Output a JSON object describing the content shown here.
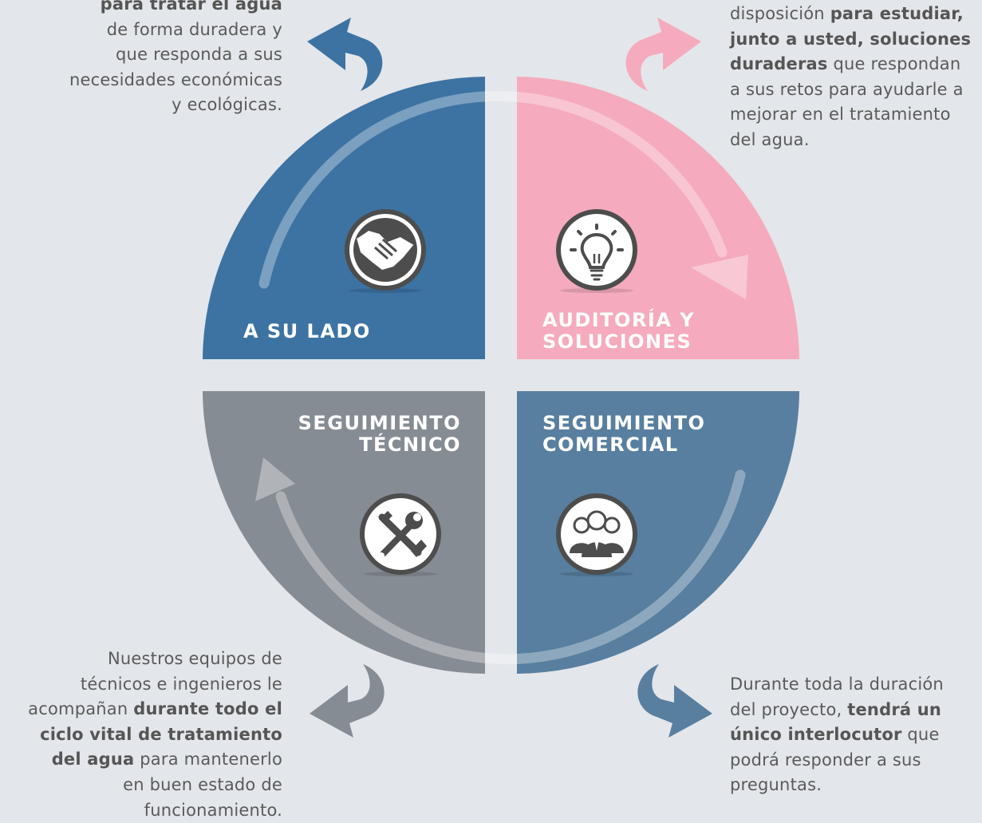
{
  "quadrants": {
    "top_left": {
      "label_lines": [
        "A SU LADO"
      ],
      "color": "#3d73a2",
      "icon": "handshake-icon"
    },
    "top_right": {
      "label_lines": [
        "AUDITORÍA Y",
        "SOLUCIONES"
      ],
      "color": "#f5abbd",
      "icon": "lightbulb-icon"
    },
    "bottom_left": {
      "label_lines": [
        "SEGUIMIENTO",
        "TÉCNICO"
      ],
      "color": "#868c94",
      "icon": "tools-icon"
    },
    "bottom_right": {
      "label_lines": [
        "SEGUIMIENTO",
        "COMERCIAL"
      ],
      "color": "#587f9f",
      "icon": "team-icon"
    }
  },
  "descriptions": {
    "top_left": [
      [
        {
          "t": "para tratar el agua",
          "b": true
        }
      ],
      [
        {
          "t": "de forma duradera y"
        }
      ],
      [
        {
          "t": "que responda a sus"
        }
      ],
      [
        {
          "t": "necesidades económicas"
        }
      ],
      [
        {
          "t": "y ecológicas."
        }
      ]
    ],
    "top_right": [
      [
        {
          "t": "disposición "
        },
        {
          "t": "para estudiar,",
          "b": true
        }
      ],
      [
        {
          "t": "junto a usted, soluciones",
          "b": true
        }
      ],
      [
        {
          "t": "duraderas",
          "b": true
        },
        {
          "t": " que respondan"
        }
      ],
      [
        {
          "t": "a sus retos para ayudarle a"
        }
      ],
      [
        {
          "t": "mejorar en el tratamiento"
        }
      ],
      [
        {
          "t": "del agua."
        }
      ]
    ],
    "bottom_left": [
      [
        {
          "t": "Nuestros equipos de"
        }
      ],
      [
        {
          "t": "técnicos e ingenieros le"
        }
      ],
      [
        {
          "t": "acompañan "
        },
        {
          "t": "durante todo el",
          "b": true
        }
      ],
      [
        {
          "t": "ciclo vital de tratamiento",
          "b": true
        }
      ],
      [
        {
          "t": "del agua",
          "b": true
        },
        {
          "t": " para mantenerlo"
        }
      ],
      [
        {
          "t": "en buen estado de"
        }
      ],
      [
        {
          "t": "funcionamiento."
        }
      ]
    ],
    "bottom_right": [
      [
        {
          "t": "Durante toda la duración"
        }
      ],
      [
        {
          "t": "del proyecto, "
        },
        {
          "t": "tendrá un",
          "b": true
        }
      ],
      [
        {
          "t": "único interlocutor",
          "b": true
        },
        {
          "t": " que"
        }
      ],
      [
        {
          "t": "podrá responder a sus"
        }
      ],
      [
        {
          "t": "preguntas."
        }
      ]
    ]
  },
  "colors": {
    "background": "#e3e6ea",
    "arrow_blue": "#3d73a2",
    "arrow_pink": "#f5abbd",
    "arrow_gray": "#868c94",
    "arrow_slate": "#587f9f",
    "icon_dark": "#4d4d4d"
  }
}
